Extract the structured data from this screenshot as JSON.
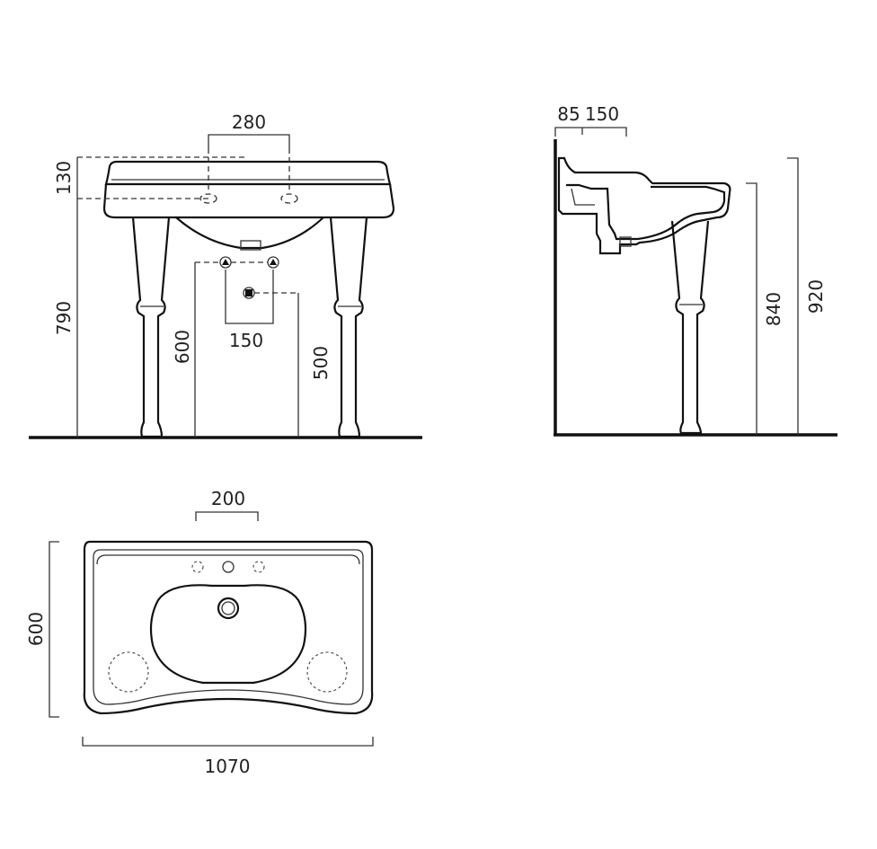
{
  "front_view": {
    "dim_tap_spacing": "280",
    "dim_top_height": "130",
    "dim_overall_height": "790",
    "dim_supply_height": "600",
    "dim_supply_spacing": "150",
    "dim_waste_height": "500"
  },
  "side_view": {
    "dim_wall_offset": "85",
    "dim_tap_depth": "150",
    "dim_rim_height": "840",
    "dim_top_height": "920"
  },
  "top_view": {
    "dim_hole_spacing": "200",
    "dim_depth": "600",
    "dim_width": "1070"
  },
  "colors": {
    "line": "#111111",
    "text": "#222222",
    "background": "#ffffff"
  }
}
